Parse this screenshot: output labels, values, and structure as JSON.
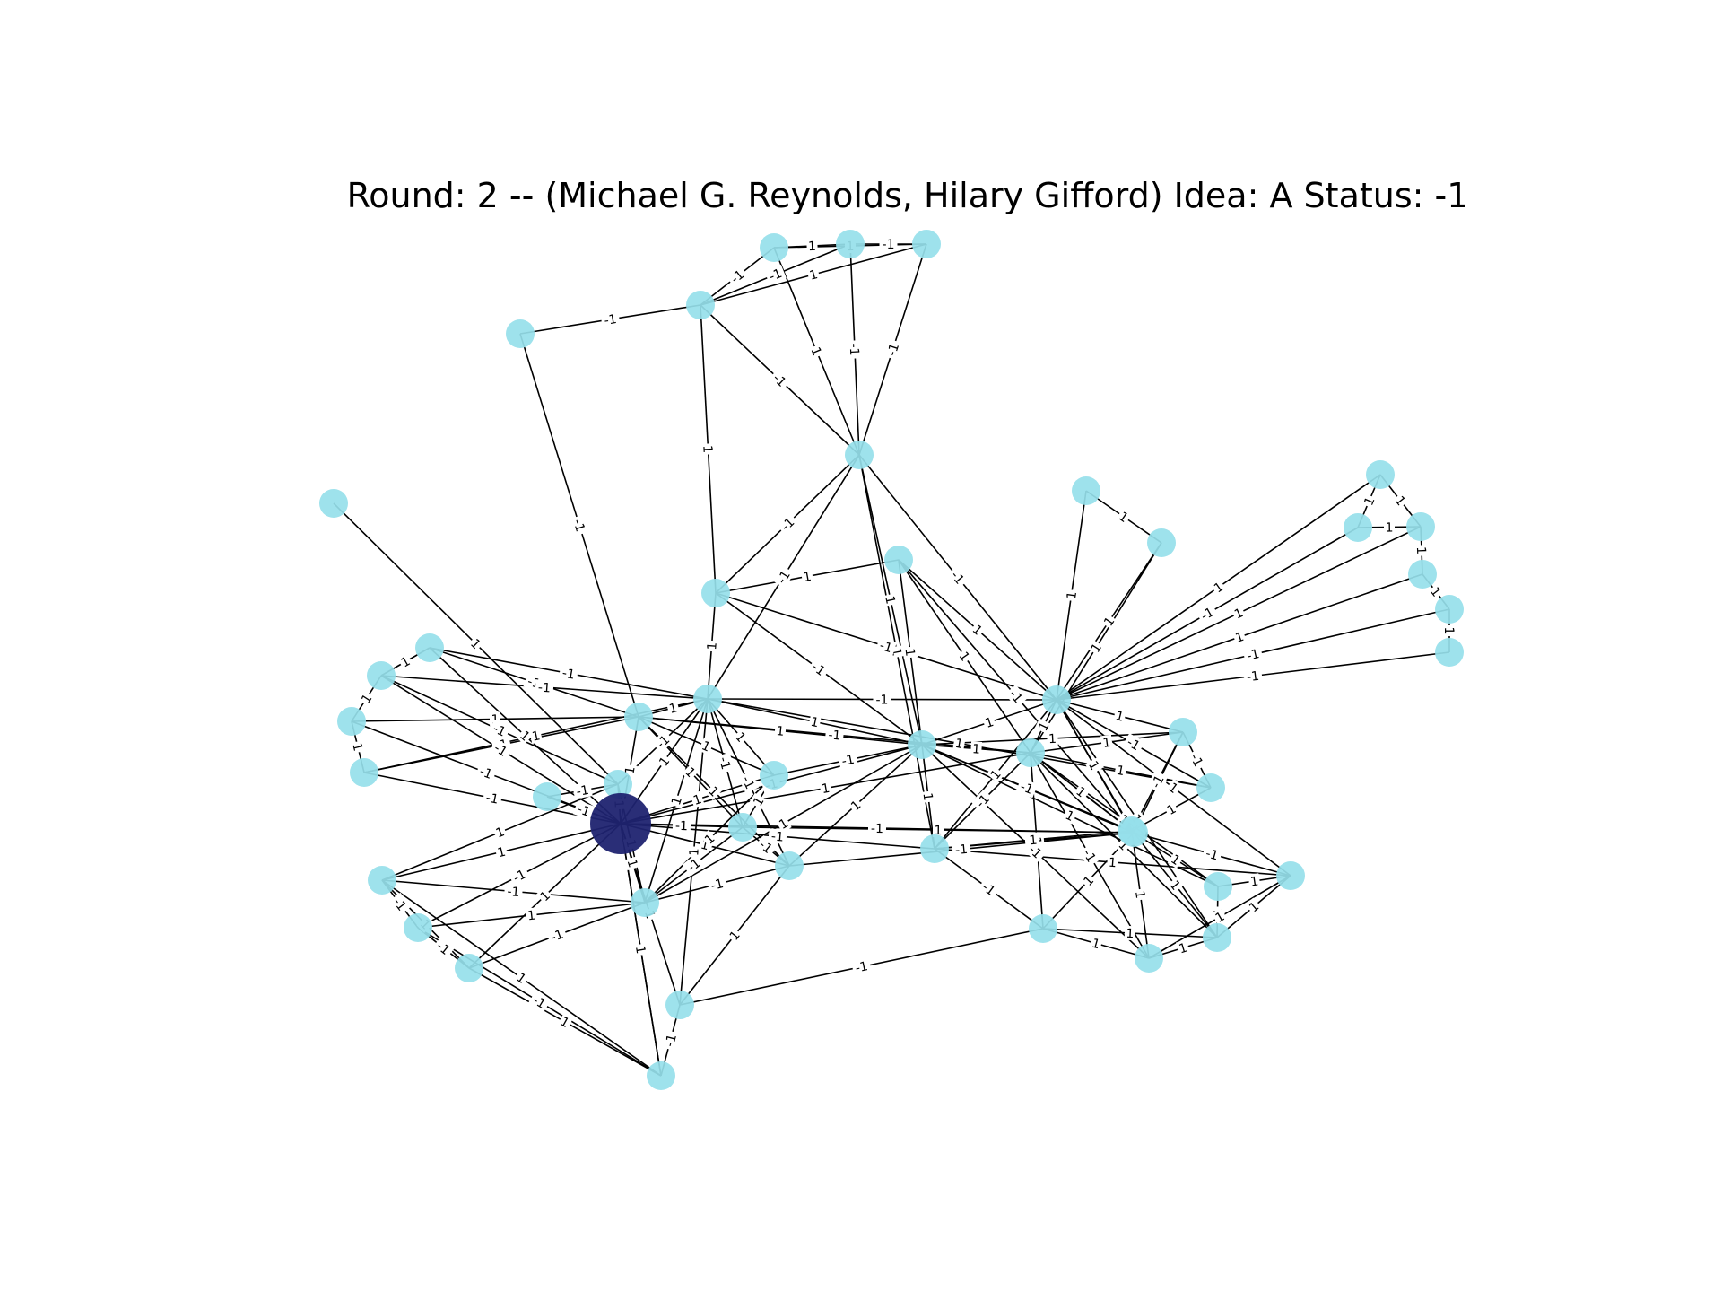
{
  "title": "Round: 2 -- (Michael G. Reynolds, Hilary Gifford) Idea: A Status: -1",
  "colors": {
    "node": "#96e0ea",
    "highlight_node": "#1f2370",
    "edge": "#000000"
  },
  "graph": {
    "highlighted_node": "hub",
    "nodes": [
      {
        "id": "t1"
      },
      {
        "id": "t2"
      },
      {
        "id": "t3"
      },
      {
        "id": "t4"
      },
      {
        "id": "t5"
      },
      {
        "id": "top"
      },
      {
        "id": "n6"
      },
      {
        "id": "lone"
      },
      {
        "id": "c1"
      },
      {
        "id": "r1"
      },
      {
        "id": "r2"
      },
      {
        "id": "f1"
      },
      {
        "id": "f2"
      },
      {
        "id": "f3"
      },
      {
        "id": "f4"
      },
      {
        "id": "f5"
      },
      {
        "id": "f6"
      },
      {
        "id": "L1"
      },
      {
        "id": "L2"
      },
      {
        "id": "L3"
      },
      {
        "id": "L4"
      },
      {
        "id": "L5"
      },
      {
        "id": "A"
      },
      {
        "id": "B"
      },
      {
        "id": "C"
      },
      {
        "id": "D"
      },
      {
        "id": "E"
      },
      {
        "id": "F"
      },
      {
        "id": "hub"
      },
      {
        "id": "G"
      },
      {
        "id": "H"
      },
      {
        "id": "I"
      },
      {
        "id": "J"
      },
      {
        "id": "K"
      },
      {
        "id": "M"
      },
      {
        "id": "B1"
      },
      {
        "id": "B2"
      },
      {
        "id": "B3"
      },
      {
        "id": "R1"
      },
      {
        "id": "R2"
      },
      {
        "id": "R3"
      },
      {
        "id": "R4"
      },
      {
        "id": "R5"
      },
      {
        "id": "R6"
      },
      {
        "id": "R7"
      },
      {
        "id": "R8"
      },
      {
        "id": "S1"
      },
      {
        "id": "S2"
      }
    ],
    "edges": [
      {
        "s": "n6",
        "t": "t1",
        "label": "-1"
      },
      {
        "s": "t1",
        "t": "t2",
        "label": "-1"
      },
      {
        "s": "t2",
        "t": "t3",
        "label": "1"
      },
      {
        "s": "t3",
        "t": "t4",
        "label": "-1"
      },
      {
        "s": "t4",
        "t": "t2",
        "label": "1"
      },
      {
        "s": "t1",
        "t": "t4",
        "label": "1"
      },
      {
        "s": "t1",
        "t": "t3",
        "label": "-1"
      },
      {
        "s": "t1",
        "t": "c1",
        "label": "1"
      },
      {
        "s": "t1",
        "t": "top",
        "label": "-1"
      },
      {
        "s": "top",
        "t": "t2",
        "label": "1"
      },
      {
        "s": "top",
        "t": "t3",
        "label": "-1"
      },
      {
        "s": "top",
        "t": "t4",
        "label": "-1"
      },
      {
        "s": "n6",
        "t": "B",
        "label": "-1"
      },
      {
        "s": "lone",
        "t": "C",
        "label": "1"
      },
      {
        "s": "top",
        "t": "c1",
        "label": "-1"
      },
      {
        "s": "top",
        "t": "D",
        "label": "1"
      },
      {
        "s": "top",
        "t": "A",
        "label": "-1"
      },
      {
        "s": "top",
        "t": "E",
        "label": "-1"
      },
      {
        "s": "top",
        "t": "H",
        "label": "1"
      },
      {
        "s": "c1",
        "t": "t5",
        "label": "1"
      },
      {
        "s": "c1",
        "t": "A",
        "label": "1"
      },
      {
        "s": "c1",
        "t": "D",
        "label": "-1"
      },
      {
        "s": "c1",
        "t": "E",
        "label": "-1"
      },
      {
        "s": "t5",
        "t": "E",
        "label": "1"
      },
      {
        "s": "t5",
        "t": "M",
        "label": "-1"
      },
      {
        "s": "t5",
        "t": "D",
        "label": "1"
      },
      {
        "s": "t5",
        "t": "F",
        "label": "1"
      },
      {
        "s": "r1",
        "t": "r2",
        "label": "1"
      },
      {
        "s": "r1",
        "t": "E",
        "label": "1"
      },
      {
        "s": "r2",
        "t": "E",
        "label": "1"
      },
      {
        "s": "r2",
        "t": "F",
        "label": "1"
      },
      {
        "s": "f1",
        "t": "f2",
        "label": "1"
      },
      {
        "s": "f1",
        "t": "f3",
        "label": "1"
      },
      {
        "s": "f2",
        "t": "f3",
        "label": "1"
      },
      {
        "s": "f3",
        "t": "f4",
        "label": "1"
      },
      {
        "s": "f4",
        "t": "f5",
        "label": "1"
      },
      {
        "s": "f5",
        "t": "f6",
        "label": "1"
      },
      {
        "s": "f1",
        "t": "E",
        "label": "1"
      },
      {
        "s": "f2",
        "t": "E",
        "label": "-1"
      },
      {
        "s": "f3",
        "t": "E",
        "label": "1"
      },
      {
        "s": "f4",
        "t": "E",
        "label": "1"
      },
      {
        "s": "f5",
        "t": "E",
        "label": "-1"
      },
      {
        "s": "f6",
        "t": "E",
        "label": "-1"
      },
      {
        "s": "A",
        "t": "E",
        "label": "-1"
      },
      {
        "s": "A",
        "t": "B",
        "label": "1"
      },
      {
        "s": "A",
        "t": "C",
        "label": "-1"
      },
      {
        "s": "A",
        "t": "D",
        "label": "1"
      },
      {
        "s": "A",
        "t": "hub",
        "label": "1"
      },
      {
        "s": "A",
        "t": "I",
        "label": "1"
      },
      {
        "s": "A",
        "t": "J",
        "label": "-1"
      },
      {
        "s": "A",
        "t": "G",
        "label": "1"
      },
      {
        "s": "A",
        "t": "K",
        "label": "-1"
      },
      {
        "s": "A",
        "t": "S1",
        "label": "1"
      },
      {
        "s": "A",
        "t": "R2",
        "label": "1"
      },
      {
        "s": "B",
        "t": "hub",
        "label": "1"
      },
      {
        "s": "B",
        "t": "D",
        "label": "1"
      },
      {
        "s": "B",
        "t": "F",
        "label": "-1"
      },
      {
        "s": "B",
        "t": "I",
        "label": "1"
      },
      {
        "s": "B",
        "t": "J",
        "label": "1"
      },
      {
        "s": "B",
        "t": "K",
        "label": "1"
      },
      {
        "s": "B",
        "t": "L1",
        "label": "-1"
      },
      {
        "s": "B",
        "t": "L3",
        "label": "1"
      },
      {
        "s": "B",
        "t": "L4",
        "label": "-1"
      },
      {
        "s": "C",
        "t": "hub",
        "label": "1"
      },
      {
        "s": "C",
        "t": "G",
        "label": "1"
      },
      {
        "s": "C",
        "t": "L2",
        "label": "-1"
      },
      {
        "s": "C",
        "t": "L5",
        "label": "-1"
      },
      {
        "s": "L1",
        "t": "L2",
        "label": "1"
      },
      {
        "s": "L2",
        "t": "L3",
        "label": "1"
      },
      {
        "s": "L3",
        "t": "L4",
        "label": "1"
      },
      {
        "s": "L1",
        "t": "hub",
        "label": "1"
      },
      {
        "s": "L2",
        "t": "hub",
        "label": "-1"
      },
      {
        "s": "L3",
        "t": "hub",
        "label": "-1"
      },
      {
        "s": "L4",
        "t": "hub",
        "label": "-1"
      },
      {
        "s": "L1",
        "t": "A",
        "label": "-1"
      },
      {
        "s": "L2",
        "t": "A",
        "label": "-1"
      },
      {
        "s": "L4",
        "t": "A",
        "label": "1"
      },
      {
        "s": "L5",
        "t": "hub",
        "label": "-1"
      },
      {
        "s": "hub",
        "t": "G",
        "label": "1"
      },
      {
        "s": "hub",
        "t": "H",
        "label": "-1"
      },
      {
        "s": "hub",
        "t": "I",
        "label": "1"
      },
      {
        "s": "hub",
        "t": "J",
        "label": "-1"
      },
      {
        "s": "hub",
        "t": "K",
        "label": "1"
      },
      {
        "s": "hub",
        "t": "D",
        "label": "-1"
      },
      {
        "s": "hub",
        "t": "F",
        "label": "1"
      },
      {
        "s": "hub",
        "t": "M",
        "label": "-1"
      },
      {
        "s": "hub",
        "t": "S1",
        "label": "1"
      },
      {
        "s": "hub",
        "t": "S2",
        "label": "1"
      },
      {
        "s": "hub",
        "t": "B1",
        "label": "1"
      },
      {
        "s": "hub",
        "t": "B2",
        "label": "-1"
      },
      {
        "s": "hub",
        "t": "B3",
        "label": "1"
      },
      {
        "s": "B1",
        "t": "B2",
        "label": "-1"
      },
      {
        "s": "B2",
        "t": "B3",
        "label": "-1"
      },
      {
        "s": "B1",
        "t": "B3",
        "label": "1"
      },
      {
        "s": "B1",
        "t": "C",
        "label": "1"
      },
      {
        "s": "B1",
        "t": "G",
        "label": "-1"
      },
      {
        "s": "B2",
        "t": "G",
        "label": "1"
      },
      {
        "s": "B3",
        "t": "G",
        "label": "-1"
      },
      {
        "s": "B1",
        "t": "S2",
        "label": "1"
      },
      {
        "s": "B2",
        "t": "S2",
        "label": "-1"
      },
      {
        "s": "B3",
        "t": "S2",
        "label": "1"
      },
      {
        "s": "S2",
        "t": "S1",
        "label": "-1"
      },
      {
        "s": "S2",
        "t": "hub",
        "label": "1"
      },
      {
        "s": "S1",
        "t": "R8",
        "label": "-1"
      },
      {
        "s": "S1",
        "t": "K",
        "label": "1"
      },
      {
        "s": "G",
        "t": "I",
        "label": "1"
      },
      {
        "s": "G",
        "t": "J",
        "label": "-1"
      },
      {
        "s": "G",
        "t": "D",
        "label": "1"
      },
      {
        "s": "G",
        "t": "K",
        "label": "-1"
      },
      {
        "s": "I",
        "t": "J",
        "label": "1"
      },
      {
        "s": "I",
        "t": "D",
        "label": "-1"
      },
      {
        "s": "J",
        "t": "M",
        "label": "1"
      },
      {
        "s": "J",
        "t": "K",
        "label": "-1"
      },
      {
        "s": "K",
        "t": "M",
        "label": "-1"
      },
      {
        "s": "K",
        "t": "D",
        "label": "1"
      },
      {
        "s": "D",
        "t": "M",
        "label": "1"
      },
      {
        "s": "D",
        "t": "E",
        "label": "1"
      },
      {
        "s": "D",
        "t": "F",
        "label": "1"
      },
      {
        "s": "D",
        "t": "R1",
        "label": "1"
      },
      {
        "s": "D",
        "t": "R5",
        "label": "1"
      },
      {
        "s": "D",
        "t": "R3",
        "label": "-1"
      },
      {
        "s": "D",
        "t": "H",
        "label": "1"
      },
      {
        "s": "D",
        "t": "R7",
        "label": "-1"
      },
      {
        "s": "M",
        "t": "E",
        "label": "1"
      },
      {
        "s": "M",
        "t": "F",
        "label": "1"
      },
      {
        "s": "M",
        "t": "R1",
        "label": "1"
      },
      {
        "s": "M",
        "t": "R4",
        "label": "-1"
      },
      {
        "s": "M",
        "t": "R5",
        "label": "1"
      },
      {
        "s": "M",
        "t": "R6",
        "label": "1"
      },
      {
        "s": "M",
        "t": "R8",
        "label": "1"
      },
      {
        "s": "M",
        "t": "H",
        "label": "-1"
      },
      {
        "s": "E",
        "t": "F",
        "label": "1"
      },
      {
        "s": "E",
        "t": "R1",
        "label": "1"
      },
      {
        "s": "E",
        "t": "R2",
        "label": "-1"
      },
      {
        "s": "E",
        "t": "R3",
        "label": "1"
      },
      {
        "s": "E",
        "t": "R4",
        "label": "1"
      },
      {
        "s": "E",
        "t": "R6",
        "label": "1"
      },
      {
        "s": "E",
        "t": "H",
        "label": "1"
      },
      {
        "s": "F",
        "t": "R1",
        "label": "1"
      },
      {
        "s": "F",
        "t": "R2",
        "label": "1"
      },
      {
        "s": "F",
        "t": "R3",
        "label": "1"
      },
      {
        "s": "F",
        "t": "H",
        "label": "-1"
      },
      {
        "s": "F",
        "t": "R5",
        "label": "1"
      },
      {
        "s": "F",
        "t": "R6",
        "label": "1"
      },
      {
        "s": "F",
        "t": "R7",
        "label": "-1"
      },
      {
        "s": "F",
        "t": "R8",
        "label": "1"
      },
      {
        "s": "H",
        "t": "R3",
        "label": "1"
      },
      {
        "s": "H",
        "t": "R8",
        "label": "-1"
      },
      {
        "s": "H",
        "t": "R4",
        "label": "1"
      },
      {
        "s": "R1",
        "t": "R2",
        "label": "-1"
      },
      {
        "s": "R2",
        "t": "R3",
        "label": "1"
      },
      {
        "s": "R1",
        "t": "R3",
        "label": "-1"
      },
      {
        "s": "R4",
        "t": "R5",
        "label": "1"
      },
      {
        "s": "R4",
        "t": "R6",
        "label": "1"
      },
      {
        "s": "R5",
        "t": "R6",
        "label": "1"
      },
      {
        "s": "R6",
        "t": "R7",
        "label": "1"
      },
      {
        "s": "R7",
        "t": "R8",
        "label": "1"
      },
      {
        "s": "R4",
        "t": "R7",
        "label": "1"
      },
      {
        "s": "R7",
        "t": "R3",
        "label": "1"
      },
      {
        "s": "R6",
        "t": "R8",
        "label": "1"
      }
    ]
  }
}
